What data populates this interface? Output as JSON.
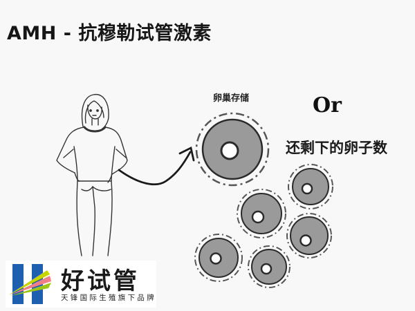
{
  "header": {
    "title": "AMH - 抗穆勒试管激素"
  },
  "diagram": {
    "ovarian_reserve_label": "卵巢存储",
    "or_label": "Or",
    "remaining_eggs_label": "还剩下的卵子数",
    "icons": [
      "woman-figure-icon",
      "curved-arrow-icon",
      "large-follicle-icon",
      "small-follicle-icon"
    ],
    "colors": {
      "follicle_fill": "#9a9a9a",
      "follicle_stroke": "#2a2a2a",
      "nucleus": "#ffffff",
      "dashed_ring": "#555555"
    }
  },
  "logo": {
    "brand_name": "好试管",
    "tagline": "天锋国际生殖旗下品牌",
    "colors": {
      "blue": "#1e5fb0",
      "yellow": "#c8d400",
      "pink": "#ef7f86",
      "green": "#9dc41b"
    }
  }
}
